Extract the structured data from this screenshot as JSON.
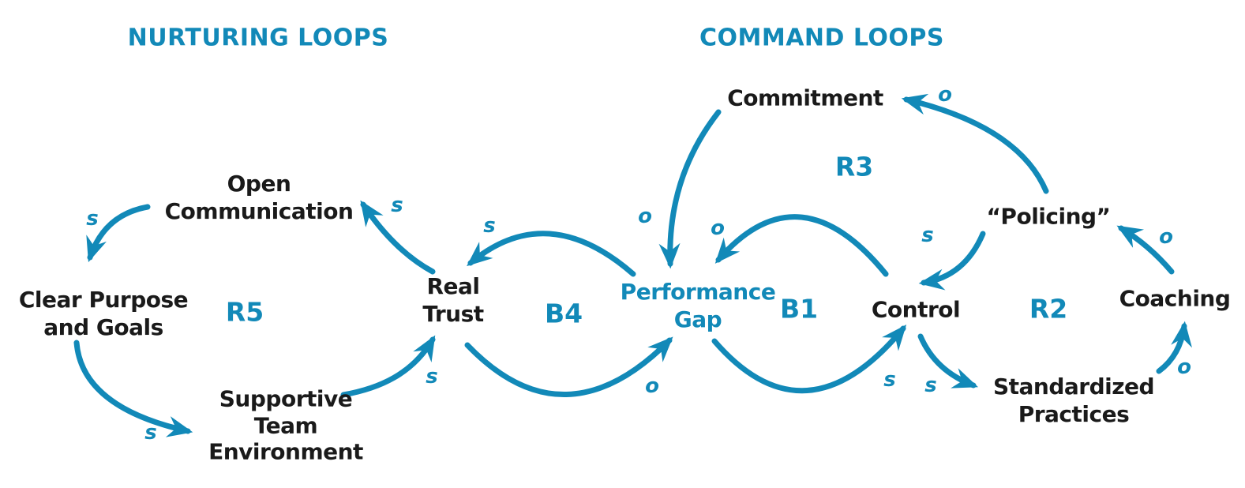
{
  "diagram": {
    "title_left": "NURTURING LOOPS",
    "title_right": "COMMAND LOOPS",
    "colors": {
      "accent": "#1289B8",
      "node_text": "#1A1A1A",
      "background": "#FFFFFF"
    },
    "nodes": {
      "open_communication": {
        "label": "Open\nCommunication"
      },
      "clear_purpose": {
        "label": "Clear Purpose\nand Goals"
      },
      "supportive_team": {
        "label": "Supportive\nTeam\nEnvironment"
      },
      "real_trust": {
        "label": "Real\nTrust"
      },
      "performance_gap": {
        "label": "Performance\nGap"
      },
      "commitment": {
        "label": "Commitment"
      },
      "control": {
        "label": "Control"
      },
      "policing": {
        "label": "“Policing”"
      },
      "coaching": {
        "label": "Coaching"
      },
      "standardized_practices": {
        "label": "Standardized\nPractices"
      }
    },
    "loops": {
      "r5": {
        "label": "R5"
      },
      "b4": {
        "label": "B4"
      },
      "b1": {
        "label": "B1"
      },
      "r3": {
        "label": "R3"
      },
      "r2": {
        "label": "R2"
      }
    },
    "links": {
      "open_communication_to_clear_purpose": {
        "polarity": "s"
      },
      "clear_purpose_to_supportive_team": {
        "polarity": "s"
      },
      "supportive_team_to_real_trust": {
        "polarity": "s"
      },
      "real_trust_to_open_communication": {
        "polarity": "s"
      },
      "performance_gap_to_real_trust": {
        "polarity": "s"
      },
      "real_trust_to_performance_gap": {
        "polarity": "o"
      },
      "commitment_to_performance_gap": {
        "polarity": "o"
      },
      "control_to_performance_gap": {
        "polarity": "o"
      },
      "performance_gap_to_control": {
        "polarity": "s"
      },
      "policing_to_control": {
        "polarity": "s"
      },
      "policing_to_commitment": {
        "polarity": "o"
      },
      "control_to_standardized_practices": {
        "polarity": "s"
      },
      "standardized_practices_to_coaching": {
        "polarity": "o"
      },
      "coaching_to_policing": {
        "polarity": "o"
      }
    }
  }
}
